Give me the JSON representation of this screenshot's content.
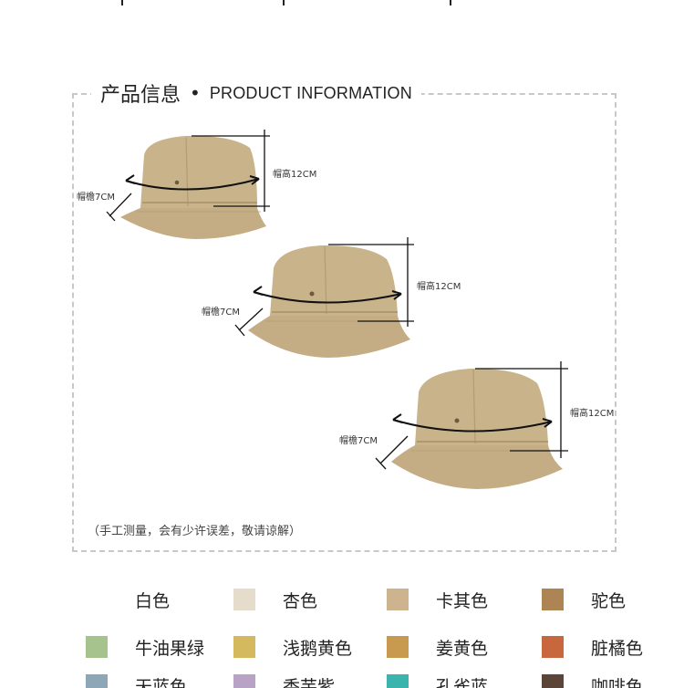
{
  "header": {
    "title_cn": "产品信息",
    "title_dot": "•",
    "title_en": "PRODUCT INFORMATION"
  },
  "hats": [
    {
      "brim_label": "帽檐7CM",
      "height_label": "帽高12CM"
    },
    {
      "brim_label": "帽檐7CM",
      "height_label": "帽高12CM"
    },
    {
      "brim_label": "帽檐7CM",
      "height_label": "帽高12CM"
    }
  ],
  "note": "（手工测量，会有少许误差，敬请谅解）",
  "colors": {
    "hat_khaki": "#c9b38a",
    "hat_shadow": "#b39c72",
    "box_border": "#c8c8c8"
  },
  "swatches": [
    {
      "name": "白色",
      "color": "#ffffff"
    },
    {
      "name": "杏色",
      "color": "#e6dccb"
    },
    {
      "name": "卡其色",
      "color": "#cdb48f"
    },
    {
      "name": "驼色",
      "color": "#ad8555"
    },
    {
      "name": "牛油果绿",
      "color": "#a6c38d"
    },
    {
      "name": "浅鹅黄色",
      "color": "#d5b95e"
    },
    {
      "name": "姜黄色",
      "color": "#c89a4f"
    },
    {
      "name": "脏橘色",
      "color": "#c8673e"
    },
    {
      "name": "天蓝色",
      "color": "#8ea7b7"
    },
    {
      "name": "香芋紫",
      "color": "#b8a3c6"
    },
    {
      "name": "孔雀蓝",
      "color": "#3bb4ad"
    },
    {
      "name": "咖啡色",
      "color": "#5a4538"
    }
  ]
}
